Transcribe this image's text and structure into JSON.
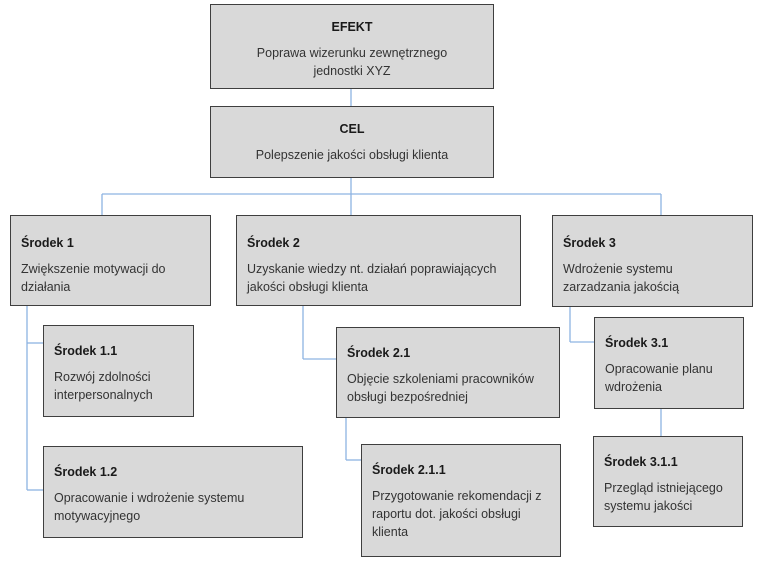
{
  "diagram": {
    "type": "tree",
    "nodes": {
      "effect": {
        "title": "EFEKT",
        "desc": "Poprawa wizerunku zewnętrznego jednostki XYZ"
      },
      "goal": {
        "title": "CEL",
        "desc": "Polepszenie jakości obsługi klienta"
      },
      "m1": {
        "title": "Środek 1",
        "desc": "Zwiększenie motywacji do działania"
      },
      "m2": {
        "title": "Środek 2",
        "desc": "Uzyskanie wiedzy nt. działań poprawiających jakości obsługi klienta"
      },
      "m3": {
        "title": "Środek 3",
        "desc": "Wdrożenie systemu zarzadzania jakością"
      },
      "m1_1": {
        "title": "Środek 1.1",
        "desc": "Rozwój zdolności interpersonalnych"
      },
      "m1_2": {
        "title": "Środek 1.2",
        "desc": "Opracowanie i wdrożenie systemu motywacyjnego"
      },
      "m2_1": {
        "title": "Środek 2.1",
        "desc": "Objęcie szkoleniami pracowników obsługi bezpośredniej"
      },
      "m2_1_1": {
        "title": "Środek 2.1.1",
        "desc": "Przygotowanie rekomendacji z raportu dot. jakości obsługi klienta"
      },
      "m3_1": {
        "title": "Środek 3.1",
        "desc": "Opracowanie planu wdrożenia"
      },
      "m3_1_1": {
        "title": "Środek 3.1.1",
        "desc": "Przegląd istniejącego systemu jakości"
      }
    },
    "edges": [
      [
        "effect",
        "goal"
      ],
      [
        "goal",
        "m1"
      ],
      [
        "goal",
        "m2"
      ],
      [
        "goal",
        "m3"
      ],
      [
        "m1",
        "m1_1"
      ],
      [
        "m1",
        "m1_2"
      ],
      [
        "m2",
        "m2_1"
      ],
      [
        "m2_1",
        "m2_1_1"
      ],
      [
        "m3",
        "m3_1"
      ],
      [
        "m3_1",
        "m3_1_1"
      ]
    ],
    "colors": {
      "box_fill": "#d9d9d9",
      "box_border": "#3f3f3f",
      "connector": "#8db3e2"
    }
  }
}
